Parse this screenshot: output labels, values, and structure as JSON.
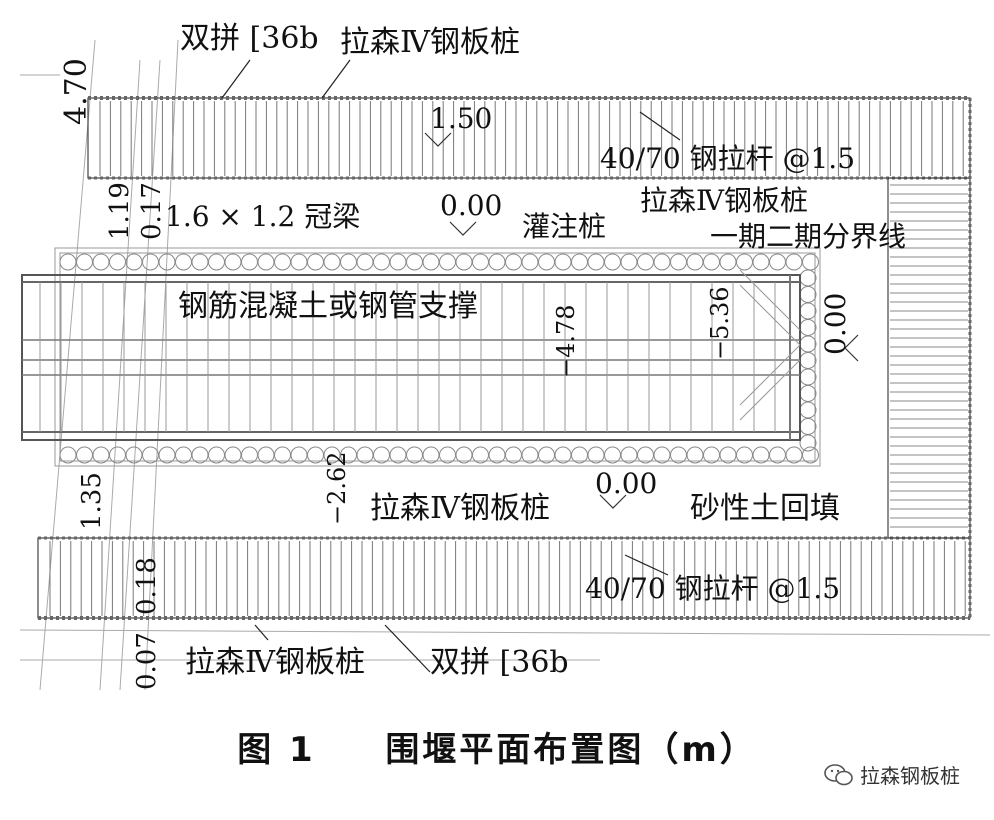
{
  "labels": {
    "top_double": "双拼 [36b",
    "top_larssen": "拉森Ⅳ钢板桩",
    "top_tie": "40/70 钢拉杆 @1.5",
    "inner_larssen_top": "拉森Ⅳ钢板桩",
    "phase_line": "一期二期分界线",
    "cap_beam": "1.6 × 1.2 冠梁",
    "bored_pile": "灌注桩",
    "support": "钢筋混凝土或钢管支撑",
    "inner_larssen_bottom": "拉森Ⅳ钢板桩",
    "backfill": "砂性土回填",
    "bottom_tie": "40/70 钢拉杆 @1.5",
    "bottom_larssen": "拉森Ⅳ钢板桩",
    "bottom_double": "双拼 [36b"
  },
  "dims": {
    "d470": "4.70",
    "d150": "1.50",
    "d119": "1.19",
    "d017": "0.17",
    "d000_top": "0.00",
    "d478": "−4.78",
    "d536": "−5.36",
    "d000_right": "0.00",
    "d262": "−2.62",
    "d000_bottom": "0.00",
    "d135": "1.35",
    "d018": "0.18",
    "d007": "0.07"
  },
  "caption": {
    "figure": "图 1",
    "title": "围堰平面布置图（m）"
  },
  "watermark": {
    "icon": "wechat-icon",
    "text": "拉森钢板桩"
  }
}
